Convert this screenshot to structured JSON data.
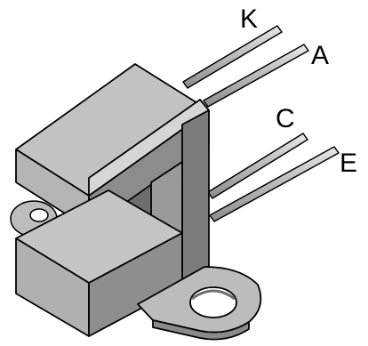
{
  "pins": [
    {
      "id": "k",
      "label": "K"
    },
    {
      "id": "a",
      "label": "A"
    },
    {
      "id": "c",
      "label": "C"
    },
    {
      "id": "e",
      "label": "E"
    }
  ],
  "colors": {
    "body_top": "#bdbdbd",
    "body_front": "#b0b0b0",
    "body_side": "#8a8a8a",
    "body_dark": "#6e6e6e",
    "pin": "#c8c8c8",
    "outline": "#000000",
    "background": "#ffffff"
  }
}
